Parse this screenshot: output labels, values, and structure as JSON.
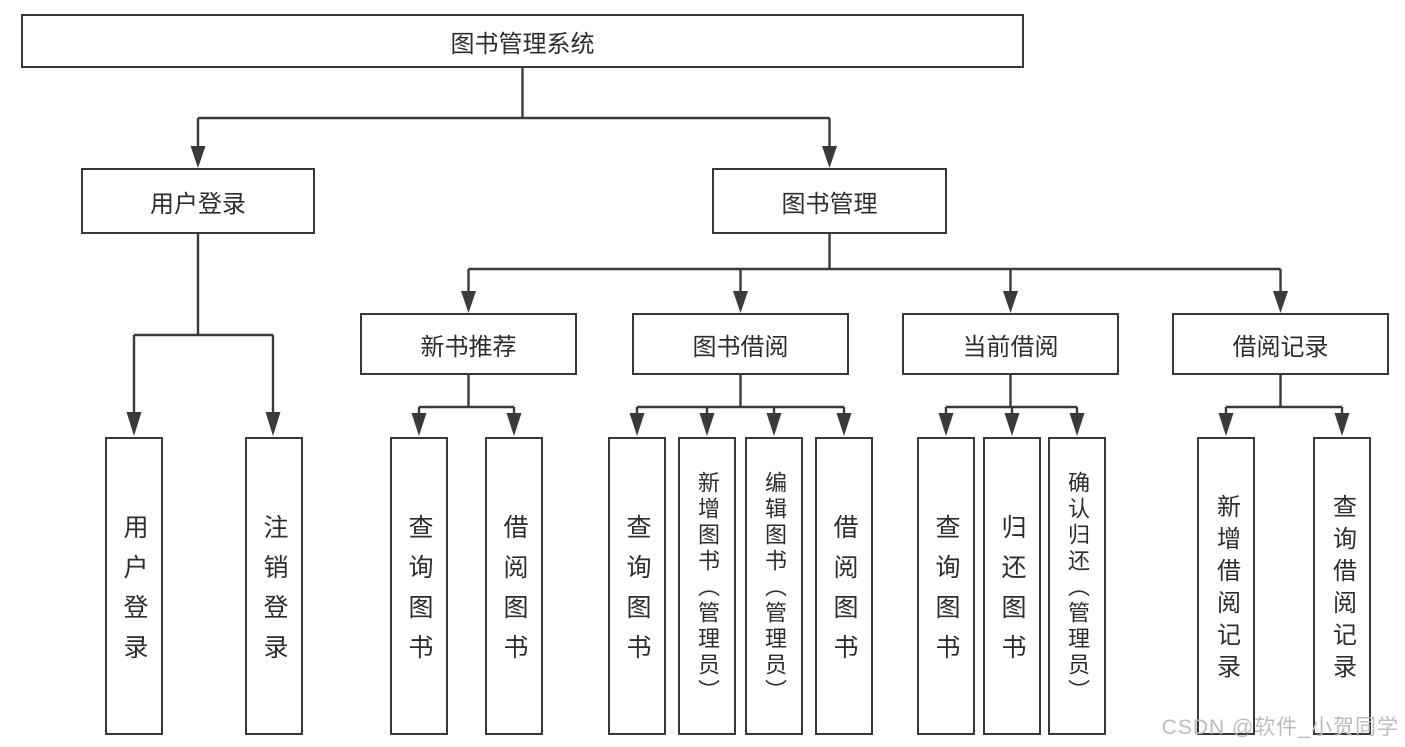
{
  "diagram": {
    "root": {
      "label": "图书管理系统"
    },
    "branches": [
      {
        "label": "用户登录",
        "children": [
          {
            "label": "用户登录"
          },
          {
            "label": "注销登录"
          }
        ]
      },
      {
        "label": "图书管理",
        "children": [
          {
            "label": "新书推荐",
            "children": [
              {
                "label": "查询图书"
              },
              {
                "label": "借阅图书"
              }
            ]
          },
          {
            "label": "图书借阅",
            "children": [
              {
                "label": "查询图书"
              },
              {
                "label": "新增图书（管理员）"
              },
              {
                "label": "编辑图书（管理员）"
              },
              {
                "label": "借阅图书"
              }
            ]
          },
          {
            "label": "当前借阅",
            "children": [
              {
                "label": "查询图书"
              },
              {
                "label": "归还图书"
              },
              {
                "label": "确认归还（管理员）"
              }
            ]
          },
          {
            "label": "借阅记录",
            "children": [
              {
                "label": "新增借阅记录"
              },
              {
                "label": "查询借阅记录"
              }
            ]
          }
        ]
      }
    ]
  },
  "watermark": {
    "text": "CSDN @软件_小贺同学"
  },
  "colors": {
    "line": "#3a3a3a",
    "box_border": "#383838",
    "box_fill": "#ffffff",
    "text": "#2d2d2d",
    "watermark": "#b9bdc1",
    "background": "#ffffff"
  }
}
